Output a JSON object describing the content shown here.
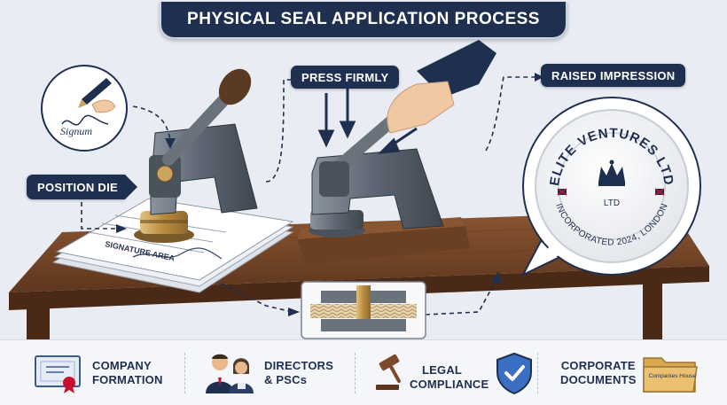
{
  "title": "PHYSICAL SEAL APPLICATION PROCESS",
  "steps": {
    "position": "POSITION DIE",
    "press": "PRESS FIRMLY",
    "raised": "RAISED IMPRESSION"
  },
  "document": {
    "signature_area": "SIGNATURE AREA",
    "signature_scrawl": "Signum"
  },
  "seal": {
    "company_name": "ELITE VENTURES LTD",
    "center_text": "LTD",
    "incorporation": "INCORPORATED 2024, LONDON"
  },
  "footer": {
    "items": [
      {
        "icon": "certificate-icon",
        "line1": "COMPANY",
        "line2": "FORMATION"
      },
      {
        "icon": "people-icon",
        "line1": "DIRECTORS",
        "line2": "& PSCs"
      },
      {
        "icon": "gavel-shield-icon",
        "line1": "LEGAL",
        "line2": "COMPLIANCE"
      },
      {
        "icon": "folder-icon",
        "line1": "CORPORATE",
        "line2": "DOCUMENTS"
      }
    ],
    "folder_label": "Companies House"
  },
  "colors": {
    "navy": "#1f2f4f",
    "wood": "#7a4a2b",
    "steel": "#5b6470",
    "brass": "#c9a45a",
    "background": "#e9edf3"
  }
}
